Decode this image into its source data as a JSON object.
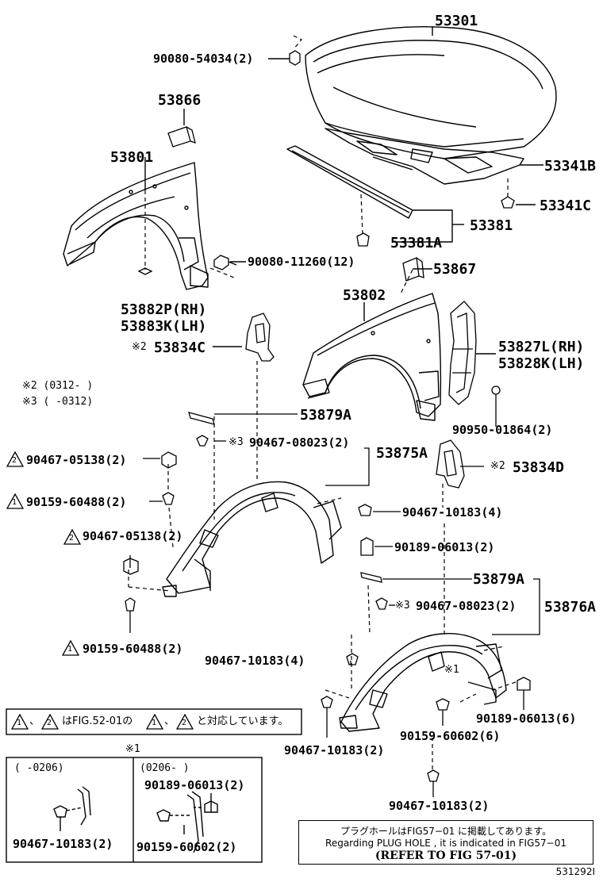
{
  "parts": {
    "p53301": "53301",
    "p90080_54034": "90080-54034(2)",
    "p53866": "53866",
    "p53801": "53801",
    "p53341B": "53341B",
    "p53341C": "53341C",
    "p53381": "53381",
    "p53381A": "53381A",
    "p90080_11260": "90080-11260(12)",
    "p53867": "53867",
    "p53882P": "53882P(RH)",
    "p53883K": "53883K(LH)",
    "p53802": "53802",
    "p53834C": "53834C",
    "p53827L": "53827L(RH)",
    "p53828K": "53828K(LH)",
    "p53879A_1": "53879A",
    "p90950_01864": "90950-01864(2)",
    "p90467_08023_1": "90467-08023(2)",
    "p53875A": "53875A",
    "p90467_05138_1": "90467-05138(2)",
    "p53834D": "53834D",
    "p90159_60488_1": "90159-60488(2)",
    "p90467_10183_4a": "90467-10183(4)",
    "p90467_05138_2": "90467-05138(2)",
    "p90189_06013_1": "90189-06013(2)",
    "p53879A_2": "53879A",
    "p90467_08023_2": "90467-08023(2)",
    "p53876A": "53876A",
    "p90159_60488_2": "90159-60488(2)",
    "p90467_10183_4b": "90467-10183(4)",
    "p90189_06013_6": "90189-06013(6)",
    "p90159_60602_6": "90159-60602(6)",
    "p90467_10183_2a": "90467-10183(2)",
    "p90467_10183_2b": "90467-10183(2)",
    "inset_left_part": "90467-10183(2)",
    "inset_right_part1": "90189-06013(2)",
    "inset_right_part2": "90159-60602(2)"
  },
  "marks": {
    "kome2": "※2",
    "kome3": "※3",
    "kome1": "※1",
    "tri1": "1",
    "tri2": "2"
  },
  "legend": {
    "kome2_range": "※2 (0312-      )",
    "kome3_range": "※3 (      -0312)"
  },
  "note": {
    "text": "はFIG.52-01の",
    "text2": "と対応しています。",
    "comma": "、"
  },
  "inset": {
    "title": "※1",
    "left_range": "(      -0206)",
    "right_range": "(0206-      )"
  },
  "plug": {
    "line1": "プラグホールはFIG57−01 に掲載してあります。",
    "line2": "Regarding PLUG HOLE , it is indicated in FIG57−01",
    "line3": "(REFER TO FIG 57-01)"
  },
  "figure_number": "531292I"
}
